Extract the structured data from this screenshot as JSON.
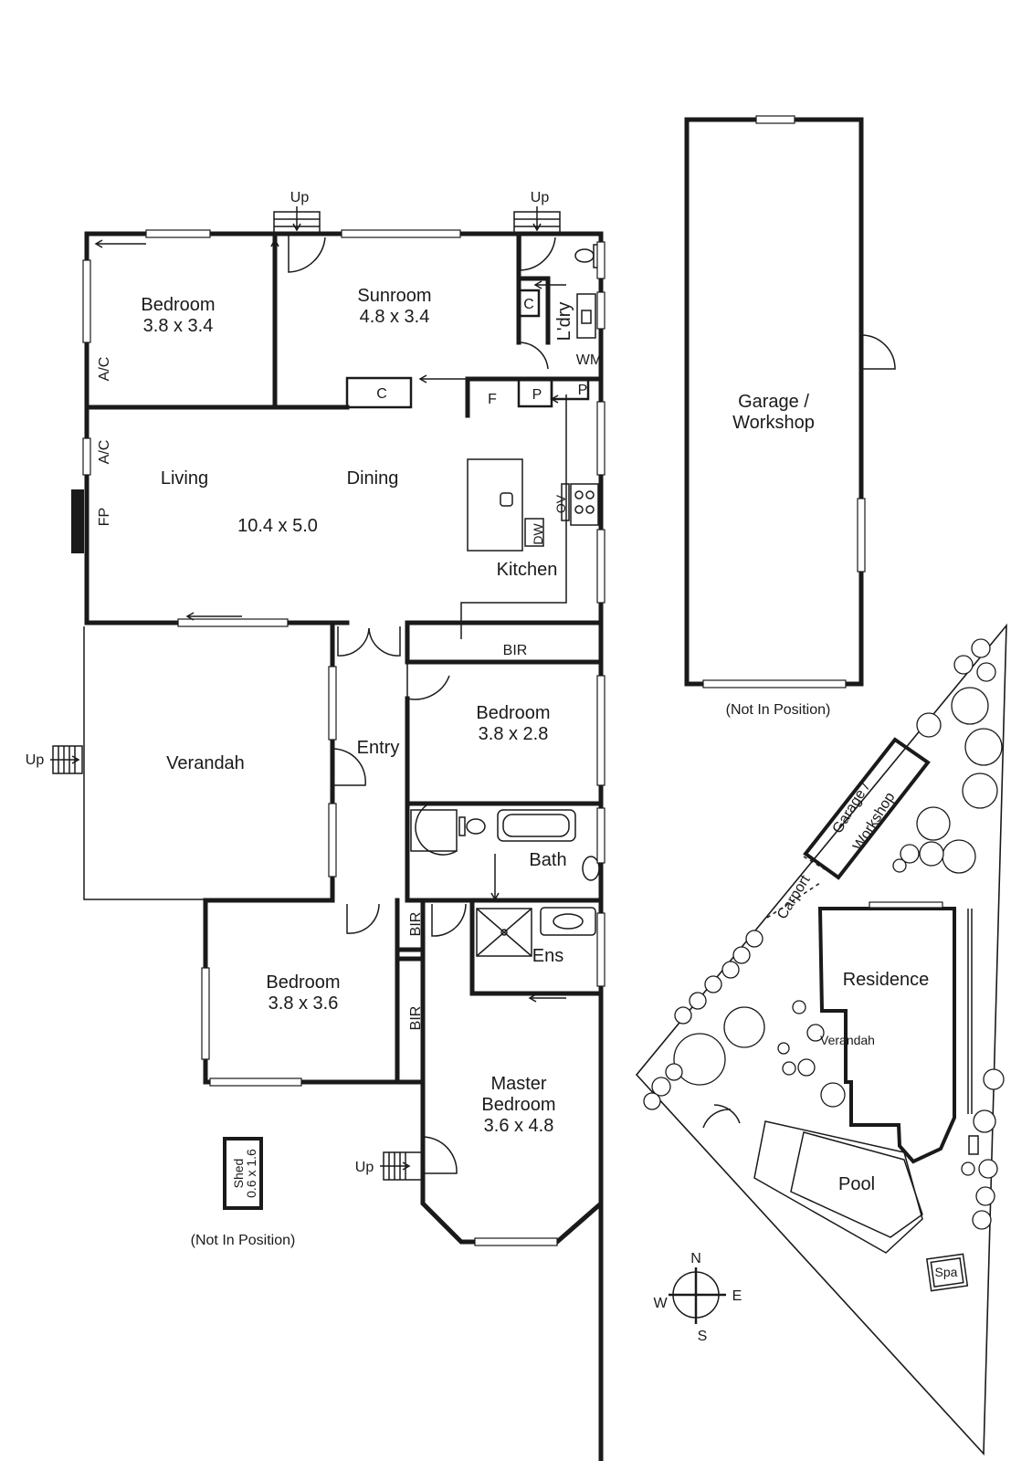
{
  "floor_plan": {
    "rooms": {
      "bedroom_nw": {
        "name": "Bedroom",
        "dim": "3.8 x 3.4"
      },
      "sunroom": {
        "name": "Sunroom",
        "dim": "4.8 x 3.4"
      },
      "laundry": {
        "name": "L'dry"
      },
      "living": {
        "name": "Living"
      },
      "dining": {
        "name": "Dining"
      },
      "living_dim": {
        "dim": "10.4 x 5.0"
      },
      "kitchen": {
        "name": "Kitchen"
      },
      "bedroom_mid": {
        "name": "Bedroom",
        "dim": "3.8 x 2.8"
      },
      "verandah": {
        "name": "Verandah"
      },
      "entry": {
        "name": "Entry"
      },
      "bath": {
        "name": "Bath"
      },
      "ensuite": {
        "name": "Ens"
      },
      "bedroom_sw": {
        "name": "Bedroom",
        "dim": "3.8 x 3.6"
      },
      "master": {
        "name_line1": "Master",
        "name_line2": "Bedroom",
        "dim": "3.6 x 4.8"
      }
    },
    "labels": {
      "up": "Up",
      "cupboard": "C",
      "pantry": "P",
      "fridge": "F",
      "washing_machine": "WM",
      "aircon": "A/C",
      "fireplace": "FP",
      "oven": "OV",
      "dishwasher": "DW",
      "built_in_robe": "BIR"
    },
    "shed": {
      "name": "Shed",
      "dim": "0.6 x 1.6",
      "note": "(Not In Position)"
    }
  },
  "garage_plan": {
    "name_line1": "Garage /",
    "name_line2": "Workshop",
    "note": "(Not In Position)"
  },
  "site_plan": {
    "labels": {
      "residence": "Residence",
      "verandah": "Verandah",
      "carport": "Carport",
      "garage_line1": "Garage /",
      "garage_line2": "Workshop",
      "pool": "Pool",
      "spa": "Spa"
    }
  },
  "compass": {
    "n": "N",
    "s": "S",
    "e": "E",
    "w": "W"
  }
}
